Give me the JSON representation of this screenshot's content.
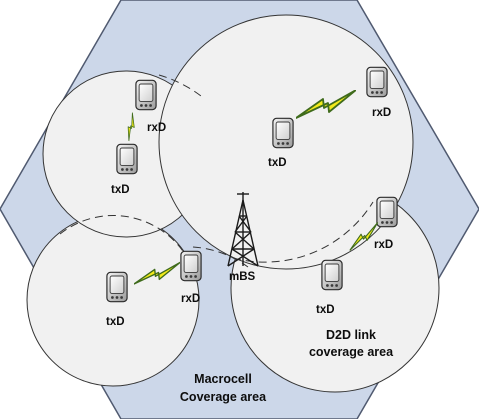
{
  "diagram": {
    "macrocell_label_line1": "Macrocell",
    "macrocell_label_line2": "Coverage area",
    "base_station_label": "mBS",
    "d2d_area_label_line1": "D2D link",
    "d2d_area_label_line2": "coverage area",
    "pairs": [
      {
        "name": "top-left",
        "tx_label": "txD",
        "rx_label": "rxD"
      },
      {
        "name": "top-center",
        "tx_label": "txD",
        "rx_label": "rxD"
      },
      {
        "name": "bottom-left",
        "tx_label": "txD",
        "rx_label": "rxD"
      },
      {
        "name": "bottom-right",
        "tx_label": "txD",
        "rx_label": "rxD"
      }
    ],
    "colors": {
      "hexagon_fill": "#ccd7e9",
      "hexagon_stroke": "#505a70",
      "circle_fill": "#f1f1f1",
      "circle_stroke": "#333333",
      "lightning_fill": "#f2ea1a",
      "lightning_stroke": "#3f6b1c",
      "tower": "#1a1a1a"
    }
  }
}
